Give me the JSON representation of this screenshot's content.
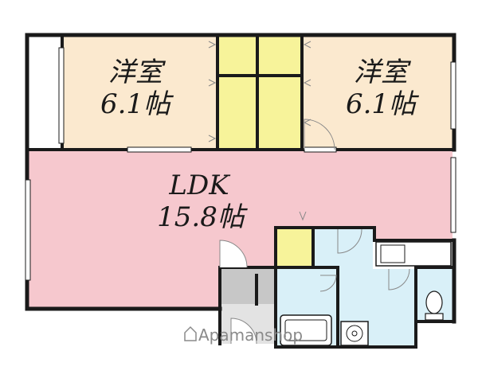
{
  "plan": {
    "rooms": {
      "western_left": {
        "name": "洋室",
        "size": "6.1帖"
      },
      "western_right": {
        "name": "洋室",
        "size": "6.1帖"
      },
      "ldk": {
        "name": "LDK",
        "size": "15.8帖"
      }
    },
    "colors": {
      "wall": "#1a1a1a",
      "western_room_fill": "#fbe9cf",
      "ldk_fill": "#f6c8ce",
      "closet_fill": "#f7f39a",
      "wet_area_fill": "#d9f0f8",
      "entrance_fill": "#bdbdbd",
      "outside": "#ffffff"
    },
    "watermark": {
      "brand": "Apamanshop",
      "icon": "house-outline-icon"
    }
  }
}
